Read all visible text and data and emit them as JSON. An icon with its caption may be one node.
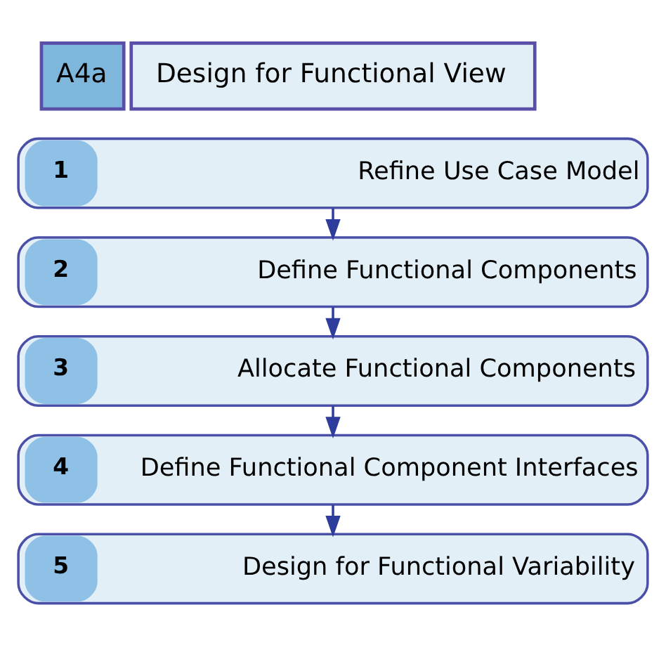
{
  "diagram": {
    "nodes": [
      {
        "text": [
          "A4a"
        ]
      },
      {
        "text": [
          "Design for Functional View"
        ]
      },
      {
        "text": [
          "1",
          "Refine Use Case Model"
        ]
      },
      {
        "text": [
          "2",
          "Define Functional Components"
        ]
      },
      {
        "text": [
          "3",
          "Allocate Functional Components"
        ]
      },
      {
        "text": [
          "4",
          "Define Functional Component Interfaces"
        ]
      },
      {
        "text": [
          "5",
          "Design for Functional Variability"
        ]
      }
    ],
    "edges": [
      {
        "from": 2,
        "to": 3,
        "arrow": "to"
      },
      {
        "from": 3,
        "to": 4,
        "arrow": "to"
      },
      {
        "from": 4,
        "to": 5,
        "arrow": "to"
      },
      {
        "from": 5,
        "to": 6,
        "arrow": "to"
      }
    ]
  }
}
